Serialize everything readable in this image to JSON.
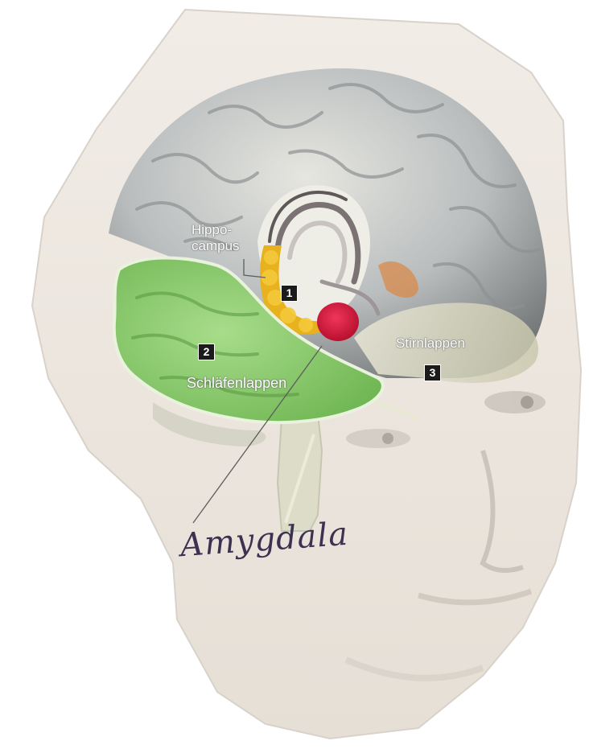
{
  "labels": {
    "hippocampus_line1": "Hippo-",
    "hippocampus_line2": "campus",
    "schlaefenlappen": "Schläfenlappen",
    "stirnlappen": "Stirnlappen",
    "amygdala_handwritten": "Amygdala"
  },
  "markers": {
    "m1": "1",
    "m2": "2",
    "m3": "3"
  },
  "colors": {
    "temporal_lobe": "#8fcf6e",
    "hippocampus": "#e8b21e",
    "amygdala": "#d61b3c",
    "cortex": "#bfc3c4",
    "paper": "#efe9e2"
  }
}
